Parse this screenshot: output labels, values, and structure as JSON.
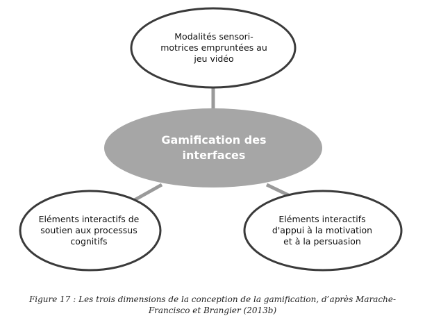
{
  "diagram": {
    "center": {
      "line1": "Gamification des",
      "line2": "interfaces",
      "fill": "#a6a6a6"
    },
    "top": {
      "line1": "Modalités sensori-",
      "line2": "motrices empruntées au",
      "line3": "jeu vidéo"
    },
    "left": {
      "line1": "Eléments interactifs de",
      "line2": "soutien aux processus",
      "line3": "cognitifs"
    },
    "right": {
      "line1": "Eléments interactifs",
      "line2": "d'appui à la motivation",
      "line3": "et à la persuasion"
    },
    "outline_color": "#3a3a3a",
    "connector_color": "#9a9a9a"
  },
  "caption": {
    "line1": "Figure 17 : Les trois dimensions de la conception de la gamification, d’après Marache-",
    "line2": "Francisco et Brangier (2013b)"
  }
}
